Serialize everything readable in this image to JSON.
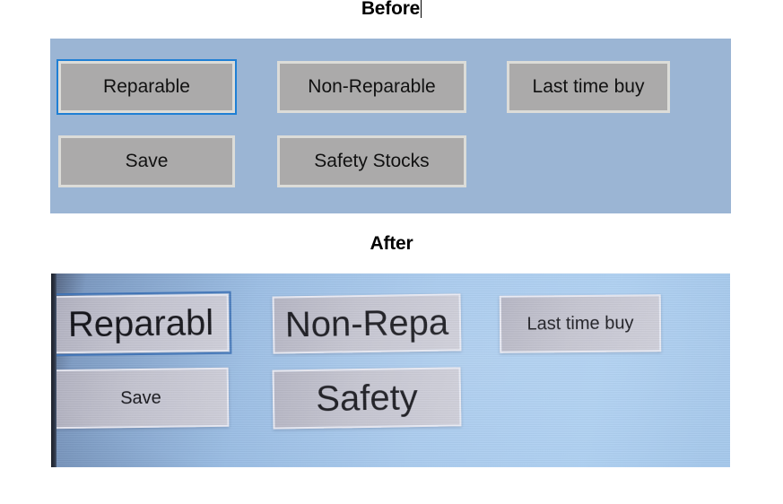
{
  "sections": {
    "before": {
      "title": "Before",
      "has_text_caret": true,
      "panel_background": "#9bb5d4",
      "button_fill": "#abaaaa",
      "button_border": "#dcdcd8",
      "focus_color": "#1f7fd4",
      "buttons": [
        {
          "label": "Reparable",
          "focused": true,
          "row": 1,
          "col": 1,
          "truncated": false
        },
        {
          "label": "Non-Reparable",
          "focused": false,
          "row": 1,
          "col": 2,
          "truncated": false
        },
        {
          "label": "Last time buy",
          "focused": false,
          "row": 1,
          "col": 3,
          "truncated": false
        },
        {
          "label": "Save",
          "focused": false,
          "row": 2,
          "col": 1,
          "truncated": false
        },
        {
          "label": "Safety Stocks",
          "focused": false,
          "row": 2,
          "col": 2,
          "truncated": false
        }
      ]
    },
    "after": {
      "title": "After",
      "has_text_caret": false,
      "panel_background": "#a3c6ea",
      "button_fill": "#c3c3cf",
      "button_border": "#e9e9f2",
      "focus_color": "#3f74b8",
      "buttons": [
        {
          "label": "Reparabl",
          "focused": true,
          "row": 1,
          "col": 1,
          "truncated": true,
          "size": "big"
        },
        {
          "label": "Non-Repa",
          "focused": false,
          "row": 1,
          "col": 2,
          "truncated": true,
          "size": "big"
        },
        {
          "label": "Last time buy",
          "focused": false,
          "row": 1,
          "col": 3,
          "truncated": false,
          "size": "small"
        },
        {
          "label": "Save",
          "focused": false,
          "row": 2,
          "col": 1,
          "truncated": false,
          "size": "small"
        },
        {
          "label": "Safety",
          "focused": false,
          "row": 2,
          "col": 2,
          "truncated": true,
          "size": "big"
        }
      ]
    }
  }
}
